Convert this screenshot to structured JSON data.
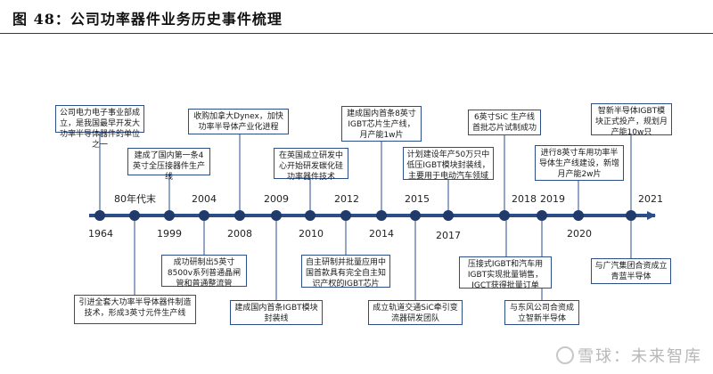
{
  "title": "图 48：公司功率器件业务历史事件梳理",
  "years": [
    "1964",
    "80年代末",
    "1999",
    "2004",
    "2008",
    "2009",
    "2010",
    "2012",
    "2014",
    "2015",
    "2017",
    "2018",
    "2019",
    "2020",
    "2021"
  ],
  "top_events": [
    "公司电力电子事业部成立，是我国最早开发大功率半导体器件的单位之一",
    "建成了国内第一条4英寸全压接器件生产线",
    "收购加拿大Dynex，加快功率半导体产业化进程",
    "在英国成立研发中心开始研发碳化硅功率器件技术",
    "建成国内首条8英寸IGBT芯片生产线，月产能1w片",
    "计划建设年产50万只中低压IGBT模块封装线，主要用于电动汽车领域",
    "6英寸SiC 生产线首批芯片试制成功",
    "进行8英寸车用功率半导体生产线建设，新增月产能2w片",
    "智新半导体IGBT模块正式投产，规划月产能10w只"
  ],
  "bottom_events": [
    "引进全套大功率半导体器件制造技术，形成3英寸元件生产线",
    "成功研制出5英寸8500v系列普通晶闸管和普通整流管",
    "建成国内首条IGBT模块封装线",
    "自主研制并批量应用中国首款具有完全自主知识产权的IGBT芯片",
    "成立轨道交通SiC牵引变流器研发团队",
    "压接式IGBT和汽车用IGBT实现批量销售，IGCT获得批量订单",
    "与东风公司合资成立智新半导体",
    "与广汽集团合资成立青蓝半导体"
  ],
  "watermark": "雪球：未来智库",
  "colors": {
    "axis": "#2b4d88",
    "dot": "#1f3a6b",
    "box_border": "#2b4d88"
  },
  "icons": {
    "watermark": "snowball-logo-icon"
  }
}
